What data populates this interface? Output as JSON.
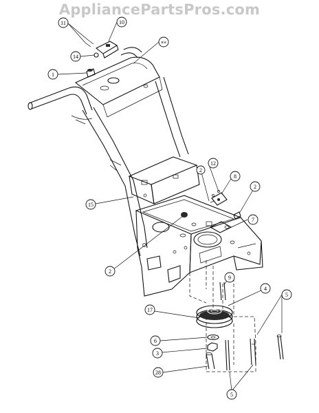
{
  "watermark": "AppliancePartsPros.com",
  "callouts": [
    {
      "id": "c11",
      "label": "11"
    },
    {
      "id": "c10",
      "label": "10"
    },
    {
      "id": "c14",
      "label": "14"
    },
    {
      "id": "cna",
      "label": "n/a"
    },
    {
      "id": "c1",
      "label": "1"
    },
    {
      "id": "c2a",
      "label": "2"
    },
    {
      "id": "c12",
      "label": "12"
    },
    {
      "id": "c8",
      "label": "8"
    },
    {
      "id": "c2b",
      "label": "2"
    },
    {
      "id": "c15",
      "label": "15"
    },
    {
      "id": "c7",
      "label": "7"
    },
    {
      "id": "c2c",
      "label": "2"
    },
    {
      "id": "c9",
      "label": "9"
    },
    {
      "id": "c4",
      "label": "4"
    },
    {
      "id": "c5a",
      "label": "5"
    },
    {
      "id": "c17",
      "label": "17"
    },
    {
      "id": "c6",
      "label": "6"
    },
    {
      "id": "c3",
      "label": "3"
    },
    {
      "id": "c28",
      "label": "28"
    },
    {
      "id": "c5b",
      "label": "5"
    }
  ]
}
